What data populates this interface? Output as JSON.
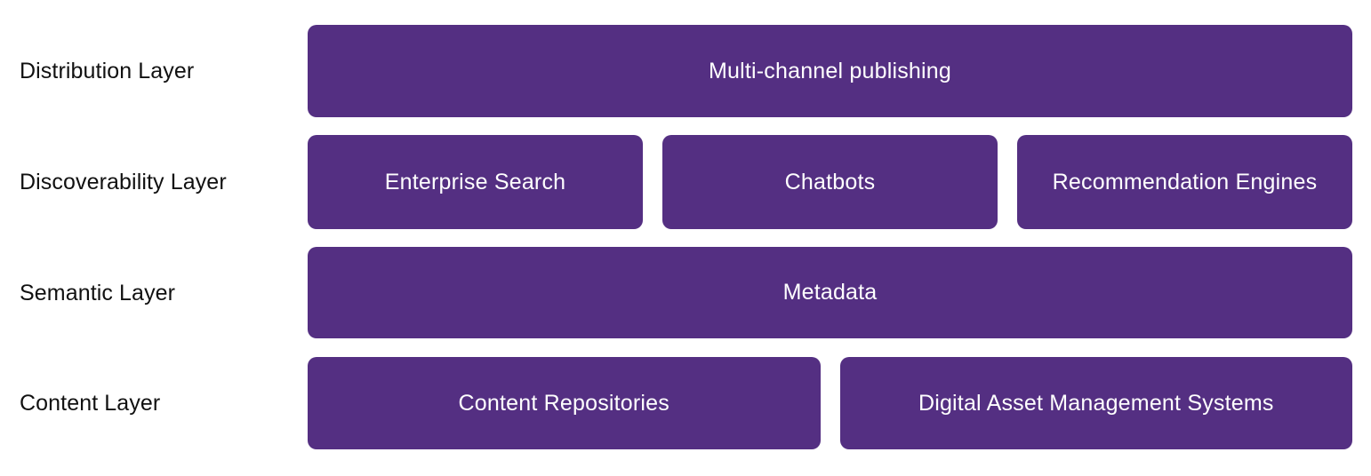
{
  "diagram": {
    "accent_color": "#542F82",
    "label_color": "#111111",
    "box_text_color": "#ffffff",
    "background_color": "#ffffff",
    "rows": [
      {
        "label": "Distribution Layer",
        "boxes": [
          {
            "text": "Multi-channel publishing",
            "flex": 1
          }
        ]
      },
      {
        "label": "Discoverability Layer",
        "boxes": [
          {
            "text": "Enterprise Search",
            "flex": 1
          },
          {
            "text": "Chatbots",
            "flex": 1
          },
          {
            "text": "Recommendation Engines",
            "flex": 1
          }
        ]
      },
      {
        "label": "Semantic Layer",
        "boxes": [
          {
            "text": "Metadata",
            "flex": 1
          }
        ]
      },
      {
        "label": "Content Layer",
        "boxes": [
          {
            "text": "Content Repositories",
            "flex": 1
          },
          {
            "text": "Digital Asset Management Systems",
            "flex": 1
          }
        ]
      }
    ]
  }
}
